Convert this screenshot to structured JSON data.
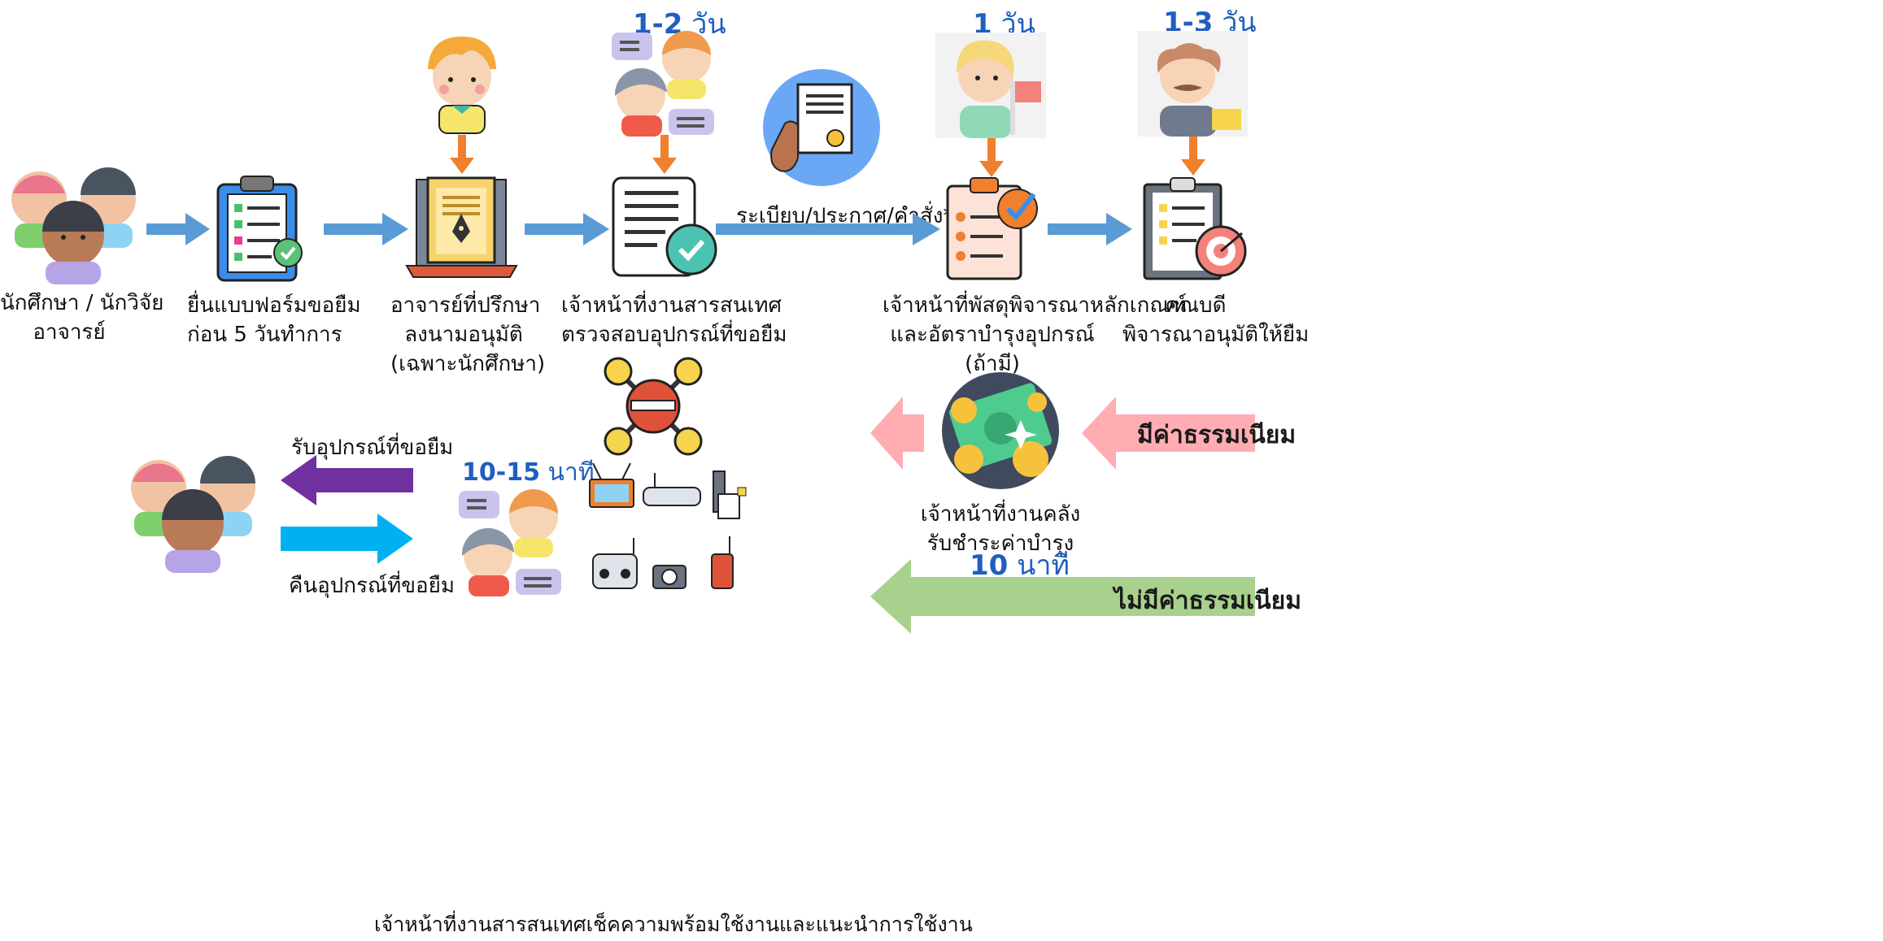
{
  "steps": [
    {
      "line1": "นักศึกษา / นักวิจัย",
      "line2": "อาจารย์"
    },
    {
      "line1": "ยื่นแบบฟอร์มขอยืม",
      "line2": "ก่อน 5 วันทำการ"
    },
    {
      "line1": "อาจารย์ที่ปรึกษา",
      "line2": "ลงนามอนุมัติ",
      "line3": "(เฉพาะนักศึกษา)"
    },
    {
      "line1": "เจ้าหน้าที่งานสารสนเทศ",
      "line2": "ตรวจสอบอุปกรณ์ที่ขอยืม",
      "duration_num": "1-2",
      "duration_unit": "วัน"
    },
    {
      "line1": "เจ้าหน้าที่พัสดุพิจารณาหลักเกณฑ์",
      "line2": "และอัตราบำรุงอุปกรณ์",
      "line3": "(ถ้ามี)",
      "duration_num": "1",
      "duration_unit": "วัน"
    },
    {
      "line1": "คณบดี",
      "line2": "พิจารณาอนุมัติให้ยืม",
      "duration_num": "1-3",
      "duration_unit": "วัน"
    }
  ],
  "regulation_label": "ระเบียบ/ประกาศ/คำสั่ง*",
  "finance": {
    "line1": "เจ้าหน้าที่งานคลัง",
    "line2": "รับชำระค่าบำรุง",
    "duration_num": "10",
    "duration_unit": "นาที"
  },
  "fee_yes": "มีค่าธรรมเนียม",
  "fee_no": "ไม่มีค่าธรรมเนียม",
  "receive_label": "รับอุปกรณ์ที่ขอยืม",
  "return_label": "คืนอุปกรณ์ที่ขอยืม",
  "it_check": {
    "duration_num": "10-15",
    "duration_unit": "นาที",
    "caption": "เจ้าหน้าที่งานสารสนเทศเช็คความพร้อมใช้งานและแนะนำการใช้งาน"
  },
  "colors": {
    "flow_arrow": "#5b9bd5",
    "down_arrow": "#f07f2e",
    "purple": "#7030a0",
    "cyan": "#00b0f0",
    "pink": "#ffadb3",
    "green": "#a9d18e",
    "duration": "#1f5fbf"
  },
  "icons": [
    "people-group-icon",
    "clipboard-form-icon",
    "signed-document-icon",
    "advisor-icon",
    "staff-pair-icon",
    "checked-document-icon",
    "certificate-hand-icon",
    "supply-officer-icon",
    "checklist-approval-icon",
    "dean-icon",
    "target-checklist-icon",
    "money-coins-icon",
    "drone-icon",
    "equipment-icons"
  ]
}
